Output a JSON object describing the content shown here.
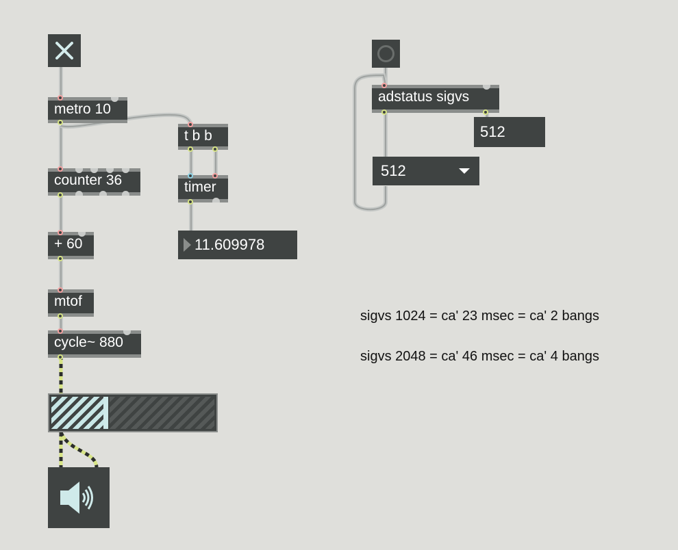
{
  "patch": {
    "objects": {
      "metro": "metro 10",
      "tbb": "t b b",
      "counter": "counter 36",
      "timer": "timer",
      "plus": "+ 60",
      "mtof": "mtof",
      "cycle": "cycle~ 880",
      "adstatus": "adstatus sigvs"
    },
    "timer_number": "11.609978",
    "sigvs_display": "512",
    "sigvs_menu": {
      "selected": "512"
    },
    "gain_level": 0.32,
    "toggle_state": "on",
    "comments": [
      "sigvs 1024 = ca' 23 msec = ca' 2 bangs",
      "sigvs 2048 = ca' 46 msec = ca' 4 bangs"
    ]
  },
  "icons": {
    "toggle": "x-icon",
    "bang": "bang-circle-icon",
    "speaker": "speaker-icon",
    "menu": "triangle-down-icon",
    "number": "triangle-right-icon"
  },
  "colors": {
    "canvas": "#dfdfdb",
    "object": "#3f4342",
    "border": "#8a8d8b",
    "inlet": "#f4a0a0",
    "outlet": "#d7e486",
    "meter": "#c8e6e6"
  }
}
